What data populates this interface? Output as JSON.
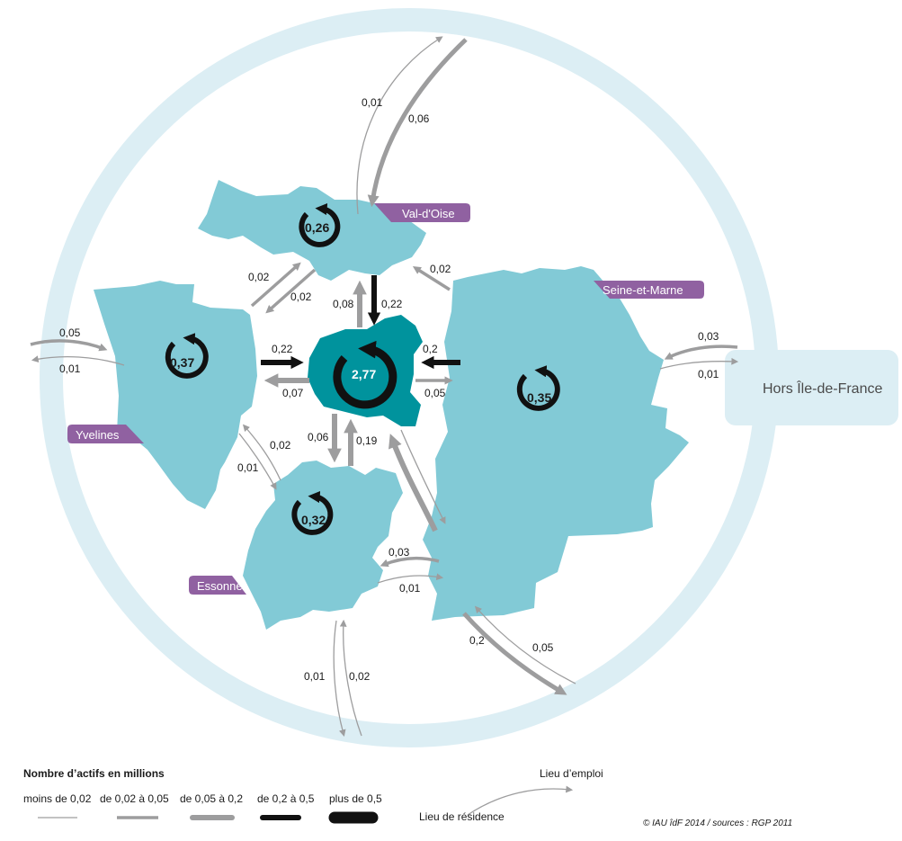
{
  "colors": {
    "ring": "#dceef4",
    "department": "#82cad6",
    "paris": "#00939d",
    "tag": "#9061a1",
    "arrow_black": "#111111",
    "arrow_grey": "#9d9d9e"
  },
  "departments": {
    "val_doise": {
      "name": "Val-d'Oise",
      "value": "0,26"
    },
    "yvelines": {
      "name": "Yvelines",
      "value": "0,37"
    },
    "paris": {
      "value": "2,77"
    },
    "seine_et_marne": {
      "name": "Seine-et-Marne",
      "value": "0,35"
    },
    "essonne": {
      "name": "Essonne",
      "value": "0,32"
    }
  },
  "hors_idf": "Hors Île-de-France",
  "flows": {
    "top_out": "0,01",
    "top_in": "0,06",
    "yv_to_vo": "0,02",
    "vo_to_yv": "0,02",
    "paris_to_vo": "0,08",
    "vo_to_paris": "0,22",
    "sm_to_vo": "0,02",
    "yv_to_paris": "0,22",
    "paris_to_yv": "0,07",
    "sm_to_paris": "0,2",
    "paris_to_sm": "0,05",
    "left_in": "0,05",
    "left_out": "0,01",
    "right_in": "0,03",
    "right_out": "0,01",
    "paris_to_es": "0,06",
    "es_to_paris": "0,19",
    "es_to_yv": "0,02",
    "yv_to_es": "0,01",
    "sm_to_es": "0,03",
    "es_to_sm": "0,01",
    "sm_bottom_out": "0,2",
    "sm_bottom_in": "0,05",
    "es_bottom_out": "0,01",
    "es_bottom_in": "0,02"
  },
  "legend": {
    "title": "Nombre d’actifs en millions",
    "classes": [
      "moins de 0,02",
      "de 0,02 à 0,05",
      "de 0,05 à 0,2",
      "de 0,2 à 0,5",
      "plus de 0,5"
    ],
    "workplace": "Lieu d’emploi",
    "residence": "Lieu de résidence"
  },
  "credit": "© IAU îdF 2014 / sources : RGP 2011"
}
